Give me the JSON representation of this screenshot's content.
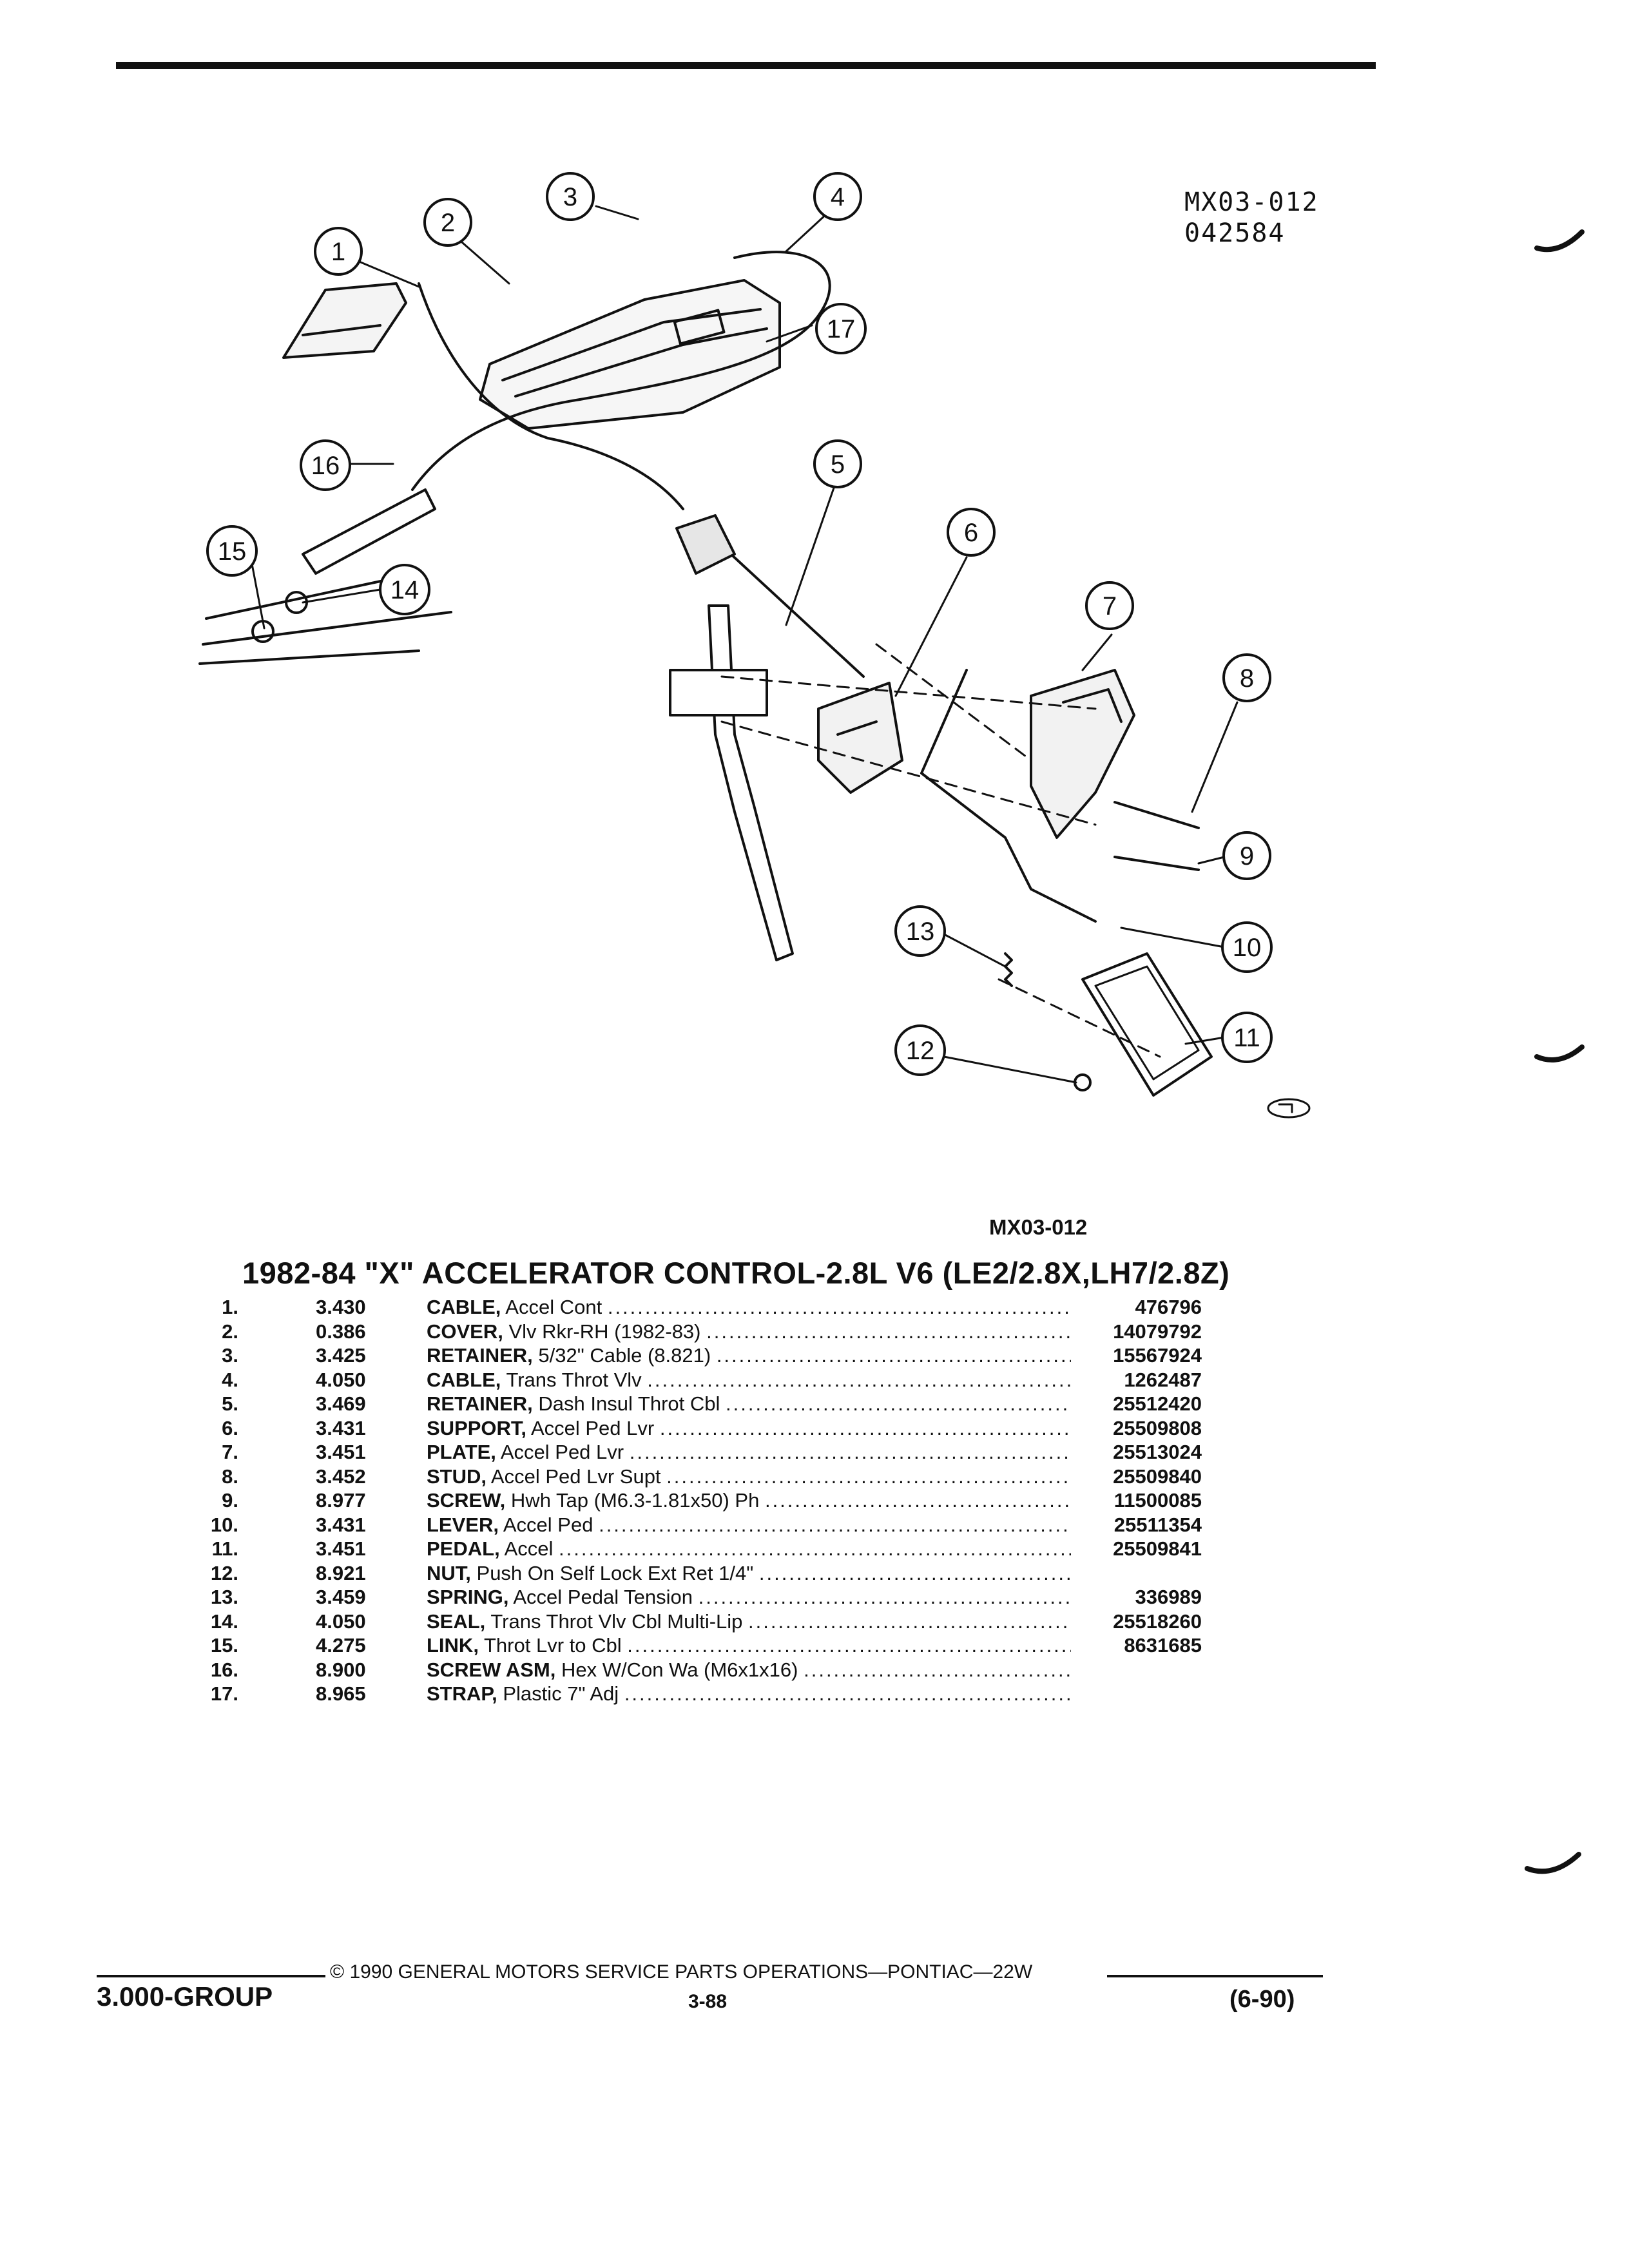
{
  "figure": {
    "code_lines": [
      "MX03-012",
      "042584"
    ],
    "caption": "MX03-012",
    "callouts": [
      "1",
      "2",
      "3",
      "4",
      "5",
      "6",
      "7",
      "8",
      "9",
      "10",
      "11",
      "12",
      "13",
      "14",
      "15",
      "16",
      "17"
    ]
  },
  "title": "1982-84 \"X\" ACCELERATOR CONTROL-2.8L V6 (LE2/2.8X,LH7/2.8Z)",
  "parts": [
    {
      "num": "1.",
      "group": "3.430",
      "name": "CABLE,",
      "desc": "Accel Cont",
      "part": "476796"
    },
    {
      "num": "2.",
      "group": "0.386",
      "name": "COVER,",
      "desc": "Vlv Rkr-RH (1982-83)",
      "part": "14079792"
    },
    {
      "num": "3.",
      "group": "3.425",
      "name": "RETAINER,",
      "desc": "5/32\" Cable (8.821)",
      "part": "15567924"
    },
    {
      "num": "4.",
      "group": "4.050",
      "name": "CABLE,",
      "desc": "Trans Throt Vlv",
      "part": "1262487"
    },
    {
      "num": "5.",
      "group": "3.469",
      "name": "RETAINER,",
      "desc": "Dash Insul Throt Cbl",
      "part": "25512420"
    },
    {
      "num": "6.",
      "group": "3.431",
      "name": "SUPPORT,",
      "desc": "Accel Ped Lvr",
      "part": "25509808"
    },
    {
      "num": "7.",
      "group": "3.451",
      "name": "PLATE,",
      "desc": "Accel Ped Lvr",
      "part": "25513024"
    },
    {
      "num": "8.",
      "group": "3.452",
      "name": "STUD,",
      "desc": "Accel Ped Lvr Supt",
      "part": "25509840"
    },
    {
      "num": "9.",
      "group": "8.977",
      "name": "SCREW,",
      "desc": "Hwh Tap (M6.3-1.81x50) Ph",
      "part": "11500085"
    },
    {
      "num": "10.",
      "group": "3.431",
      "name": "LEVER,",
      "desc": "Accel Ped",
      "part": "25511354"
    },
    {
      "num": "11.",
      "group": "3.451",
      "name": "PEDAL,",
      "desc": "Accel",
      "part": "25509841"
    },
    {
      "num": "12.",
      "group": "8.921",
      "name": "NUT,",
      "desc": "Push On Self Lock Ext Ret 1/4\"",
      "part": ""
    },
    {
      "num": "13.",
      "group": "3.459",
      "name": "SPRING,",
      "desc": "Accel Pedal Tension",
      "part": "336989"
    },
    {
      "num": "14.",
      "group": "4.050",
      "name": "SEAL,",
      "desc": "Trans Throt Vlv Cbl Multi-Lip",
      "part": "25518260"
    },
    {
      "num": "15.",
      "group": "4.275",
      "name": "LINK,",
      "desc": "Throt Lvr to Cbl",
      "part": "8631685"
    },
    {
      "num": "16.",
      "group": "8.900",
      "name": "SCREW ASM,",
      "desc": "Hex W/Con Wa (M6x1x16)",
      "part": ""
    },
    {
      "num": "17.",
      "group": "8.965",
      "name": "STRAP,",
      "desc": "Plastic 7\" Adj",
      "part": ""
    }
  ],
  "footer": {
    "copyright": "© 1990 GENERAL MOTORS SERVICE PARTS OPERATIONS—PONTIAC—22W",
    "page": "3-88",
    "group": "3.000-GROUP",
    "date": "(6-90)"
  }
}
